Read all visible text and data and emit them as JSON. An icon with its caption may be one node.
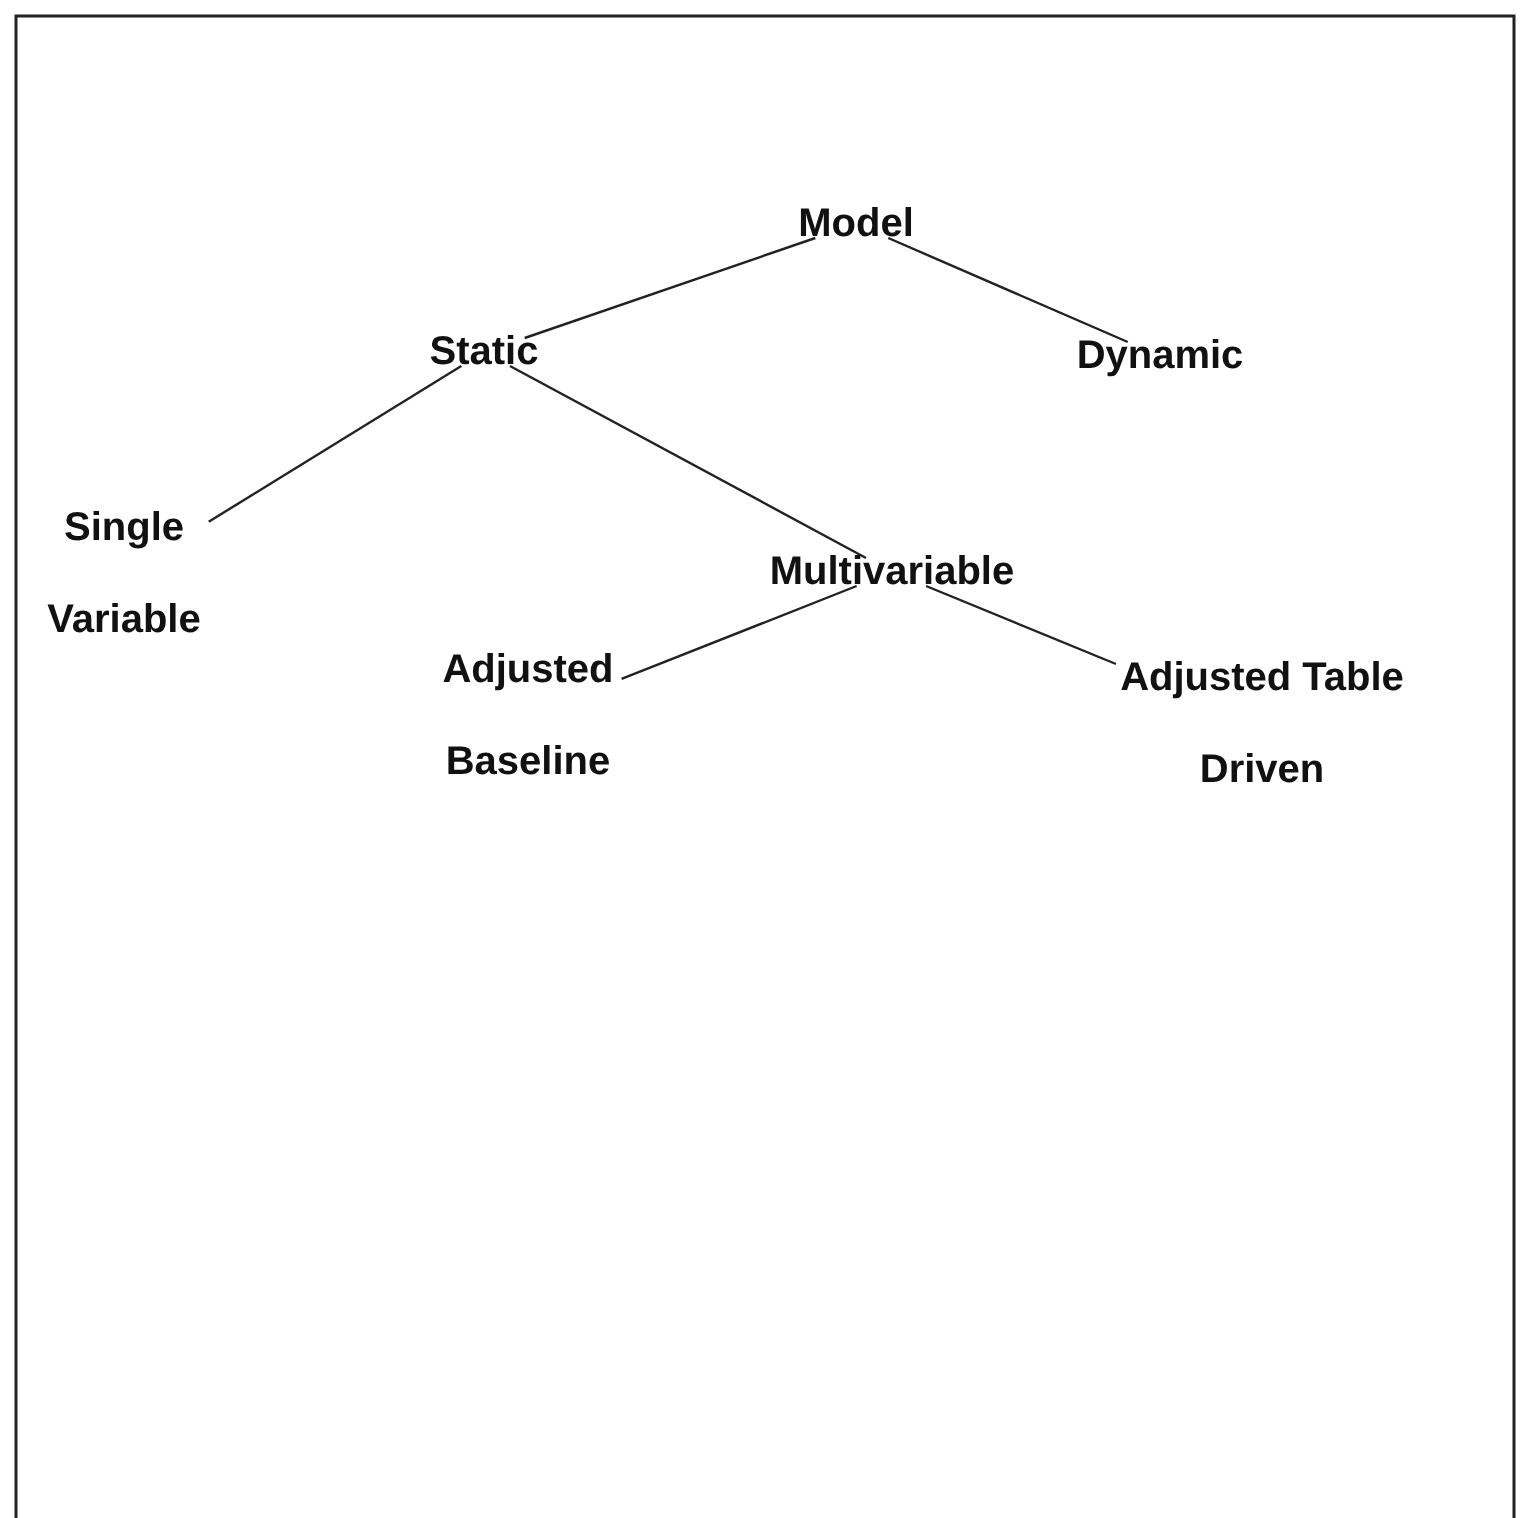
{
  "diagram": {
    "nodes": [
      {
        "text": [
          "Model"
        ]
      },
      {
        "text": [
          "Static"
        ]
      },
      {
        "text": [
          "Dynamic"
        ]
      },
      {
        "text": [
          "Single Variable"
        ]
      },
      {
        "text": [
          "Multivariable"
        ]
      },
      {
        "text": [
          "Adjusted Baseline"
        ]
      },
      {
        "text": [
          "Adjusted Table Driven"
        ]
      }
    ],
    "edges": [
      {
        "from": 0,
        "to": 1,
        "arrow": "none"
      },
      {
        "from": 0,
        "to": 2,
        "arrow": "none"
      },
      {
        "from": 1,
        "to": 3,
        "arrow": "none"
      },
      {
        "from": 1,
        "to": 4,
        "arrow": "none"
      },
      {
        "from": 4,
        "to": 5,
        "arrow": "none"
      },
      {
        "from": 4,
        "to": 6,
        "arrow": "none"
      }
    ]
  }
}
